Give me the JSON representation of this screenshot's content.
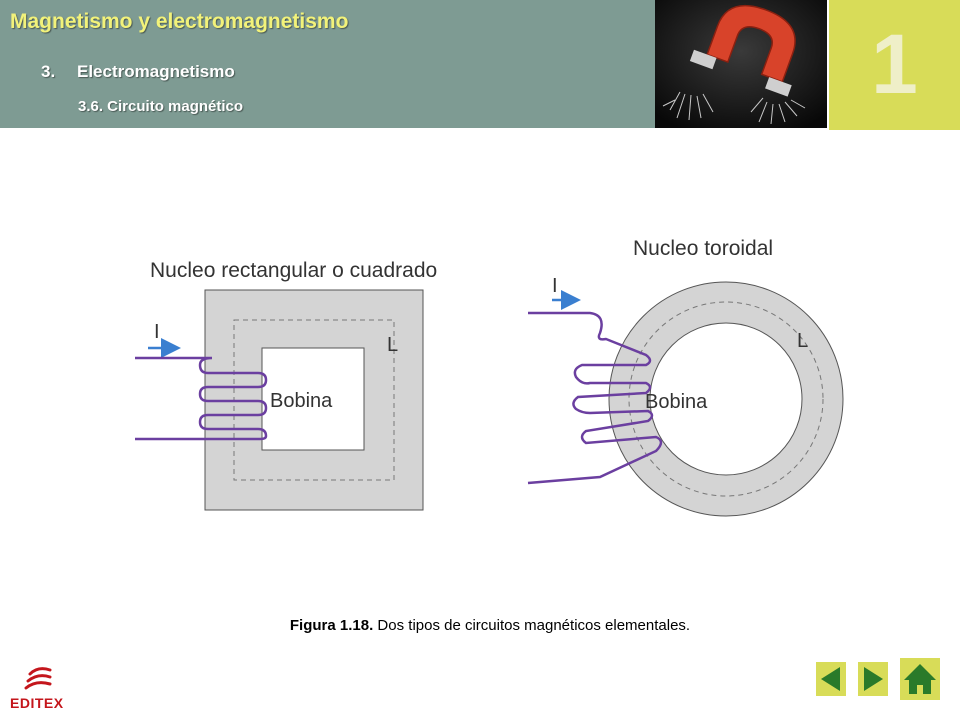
{
  "header": {
    "title": "Magnetismo y electromagnetismo",
    "section_number": "3.",
    "section_title": "Electromagnetismo",
    "subsection": "3.6. Circuito magnético",
    "unit_number": "1"
  },
  "figure": {
    "rect": {
      "title": "Nucleo rectangular o cuadrado",
      "current_label": "I",
      "path_label": "L",
      "coil_label": "Bobina"
    },
    "toroid": {
      "title": "Nucleo toroidal",
      "current_label": "I",
      "path_label": "L",
      "coil_label": "Bobina"
    },
    "caption_bold": "Figura 1.18.",
    "caption_text": " Dos tipos de circuitos magnéticos elementales."
  },
  "logo": {
    "text": "EDITEX"
  },
  "nav": {
    "prev_icon": "left-arrow-icon",
    "next_icon": "right-arrow-icon",
    "home_icon": "home-icon"
  },
  "colors": {
    "header_bg": "#7e9b93",
    "title_yellow": "#f2f27a",
    "accent_yellow": "#d8dc58",
    "core_gray": "#d4d4d4",
    "coil_purple": "#6b3fa0",
    "arrow_blue": "#3a7fd0",
    "logo_red": "#c4161c",
    "nav_green": "#2a7a2a"
  }
}
